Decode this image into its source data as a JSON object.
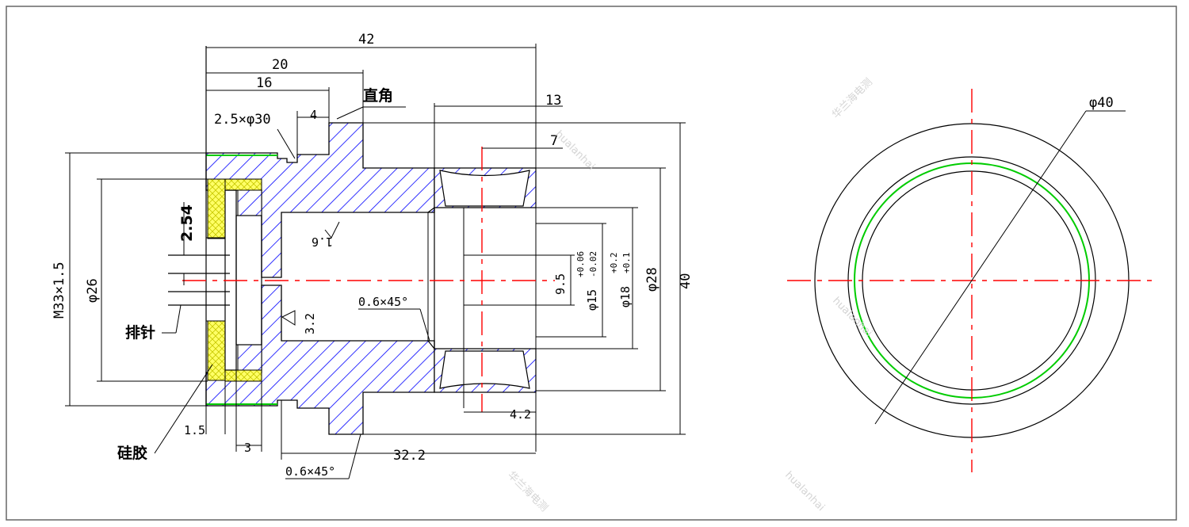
{
  "dimensions": {
    "d42": "42",
    "d20": "20",
    "d16": "16",
    "d4": "4",
    "d13": "13",
    "d7": "7",
    "chamfer_groove": "2.5×φ30",
    "right_angle": "直角",
    "m33": "M33×1.5",
    "phi26": "φ26",
    "d254": "2.54",
    "pin": "排针",
    "silicone": "硅胶",
    "d15": "1.5",
    "d3": "3",
    "d322": "32.2",
    "chamfer1": "0.6×45°",
    "chamfer2": "0.6×45°",
    "rough16": "1.6",
    "rough32": "3.2",
    "d95": "9.5",
    "phi15": "φ15",
    "phi15_tol_up": "+0.06",
    "phi15_tol_dn": "-0.02",
    "phi18": "φ18",
    "phi18_tol_up": "+0.2",
    "phi18_tol_dn": "+0.1",
    "phi28": "φ28",
    "d40": "40",
    "d42b": "4.2",
    "phi40": "φ40"
  },
  "watermark": {
    "brand": "华兰海电测",
    "pinyin": "hualanhai"
  },
  "colors": {
    "hatch": "#0000ff",
    "centerline": "#ff0000",
    "seal": "#00cc00",
    "silicone": "#e8e800"
  }
}
